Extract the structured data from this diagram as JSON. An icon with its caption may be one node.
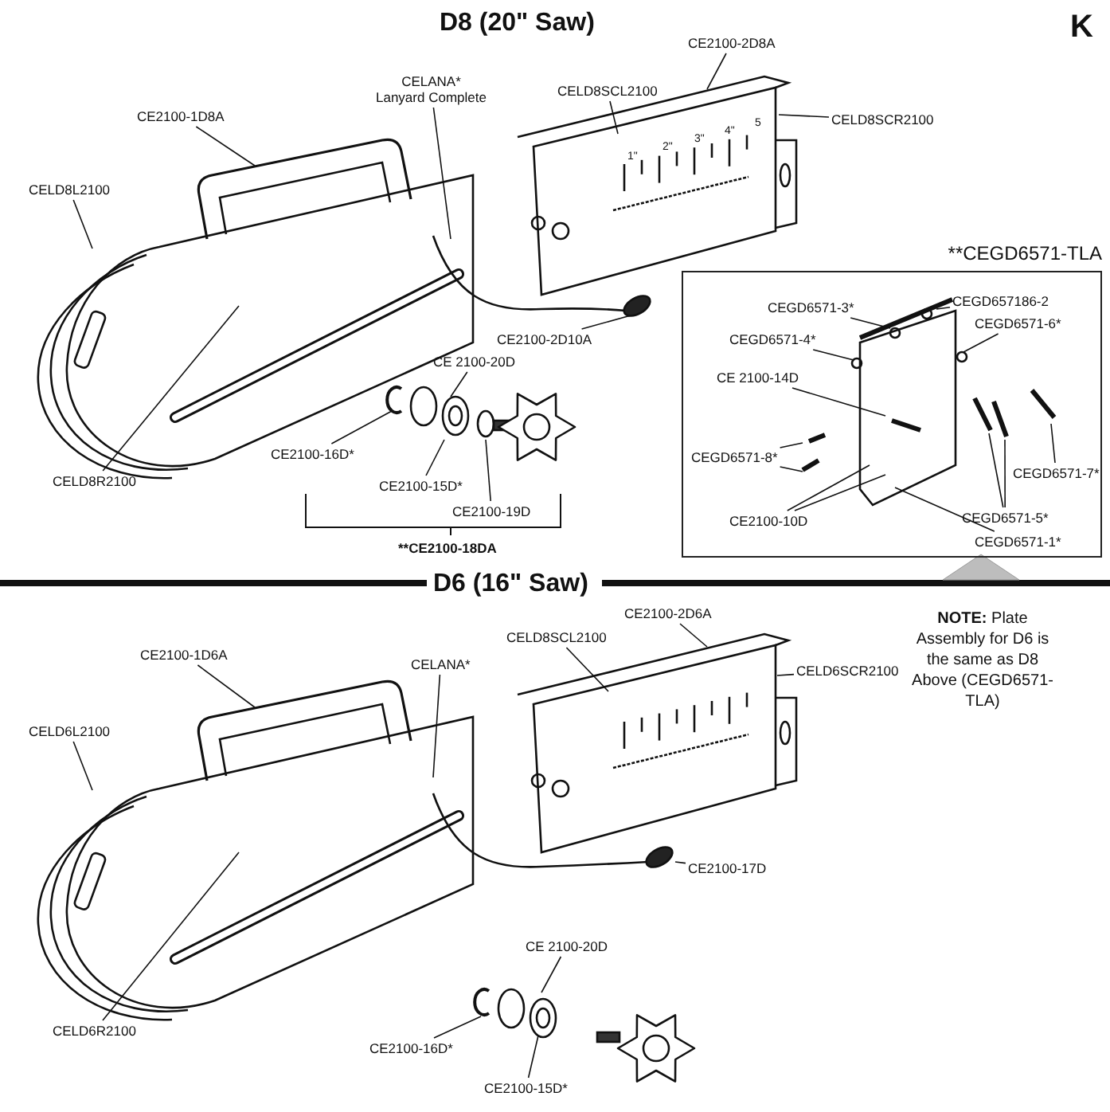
{
  "diagram": {
    "nodes": [
      {
        "text": [
          "CELANA*",
          "Lanyard Complete"
        ]
      },
      {
        "text": [
          "CE2100-1D8A"
        ]
      },
      {
        "text": [
          "CELD8SCL2100"
        ]
      },
      {
        "text": [
          "CE2100-2D8A"
        ]
      },
      {
        "text": [
          "CELD8SCR2100"
        ]
      },
      {
        "text": [
          "CELD8L2100"
        ]
      },
      {
        "text": [
          "CE2100-2D10A"
        ]
      },
      {
        "text": [
          "CE 2100-20D"
        ]
      },
      {
        "text": [
          "CE2100-16D*"
        ]
      },
      {
        "text": [
          "CE2100-15D*"
        ]
      },
      {
        "text": [
          "CE2100-19D"
        ]
      },
      {
        "text": [
          "CELD8R2100"
        ]
      },
      {
        "text": [
          "**CEGD6571-TLA"
        ]
      },
      {
        "text": [
          "CEGD657186-2"
        ],
        "in": 12
      },
      {
        "text": [
          "CEGD6571-3*"
        ],
        "in": 12
      },
      {
        "text": [
          "CEGD6571-4*"
        ],
        "in": 12
      },
      {
        "text": [
          "CEGD6571-6*"
        ],
        "in": 12
      },
      {
        "text": [
          "CE 2100-14D"
        ],
        "in": 12
      },
      {
        "text": [
          "CEGD6571-8*"
        ],
        "in": 12
      },
      {
        "text": [
          "CEGD6571-7*"
        ],
        "in": 12
      },
      {
        "text": [
          "CEGD6571-5*"
        ],
        "in": 12
      },
      {
        "text": [
          "CE2100-10D"
        ],
        "in": 12
      },
      {
        "text": [
          "CEGD6571-1*"
        ],
        "in": 12
      },
      {
        "text": [
          "CE2100-1D6A"
        ]
      },
      {
        "text": [
          "CELANA*"
        ]
      },
      {
        "text": [
          "CELD8SCL2100"
        ]
      },
      {
        "text": [
          "CE2100-2D6A"
        ]
      },
      {
        "text": [
          "CELD6SCR2100"
        ]
      },
      {
        "text": [
          "CELD6L2100"
        ]
      },
      {
        "text": [
          "CE2100-17D"
        ]
      },
      {
        "text": [
          "CELD6R2100"
        ]
      },
      {
        "text": [
          "CE 2100-20D"
        ]
      },
      {
        "text": [
          "CE2100-16D*"
        ]
      },
      {
        "text": [
          "CE2100-15D*"
        ]
      },
      {
        "text": [],
        "shape": "picture"
      },
      {
        "text": [],
        "shape": "picture"
      },
      {
        "text": [],
        "shape": "picture"
      },
      {
        "text": [],
        "shape": "picture",
        "in": 12
      },
      {
        "text": [],
        "shape": "picture"
      },
      {
        "text": [],
        "shape": "picture"
      },
      {
        "text": [],
        "shape": "picture"
      }
    ],
    "edges": [
      {
        "from": 0,
        "to": 35,
        "arrow": "none"
      },
      {
        "from": 1,
        "to": 34,
        "arrow": "none"
      },
      {
        "from": 2,
        "to": 35,
        "arrow": "none"
      },
      {
        "from": 3,
        "to": 35,
        "arrow": "none"
      },
      {
        "from": 4,
        "to": 35,
        "arrow": "none"
      },
      {
        "from": 5,
        "to": 34,
        "arrow": "none"
      },
      {
        "from": 6,
        "to": 35,
        "arrow": "none"
      },
      {
        "from": 7,
        "to": 36,
        "arrow": "none"
      },
      {
        "from": 8,
        "to": 36,
        "arrow": "none"
      },
      {
        "from": 9,
        "to": 36,
        "arrow": "none"
      },
      {
        "from": 10,
        "to": 36,
        "arrow": "none"
      },
      {
        "from": 11,
        "to": 34,
        "arrow": "none"
      },
      {
        "from": 13,
        "to": 37,
        "arrow": "none"
      },
      {
        "from": 14,
        "to": 37,
        "arrow": "none"
      },
      {
        "from": 15,
        "to": 37,
        "arrow": "none"
      },
      {
        "from": 16,
        "to": 37,
        "arrow": "none"
      },
      {
        "from": 17,
        "to": 37,
        "arrow": "none"
      },
      {
        "from": 18,
        "to": 37,
        "arrow": "none"
      },
      {
        "from": 18,
        "to": 37,
        "arrow": "none"
      },
      {
        "from": 19,
        "to": 37,
        "arrow": "none"
      },
      {
        "from": 20,
        "to": 37,
        "arrow": "none"
      },
      {
        "from": 20,
        "to": 37,
        "arrow": "none"
      },
      {
        "from": 21,
        "to": 37,
        "arrow": "none"
      },
      {
        "from": 21,
        "to": 37,
        "arrow": "none"
      },
      {
        "from": 22,
        "to": 37,
        "arrow": "none"
      },
      {
        "from": 23,
        "to": 38,
        "arrow": "none"
      },
      {
        "from": 24,
        "to": 39,
        "arrow": "none"
      },
      {
        "from": 25,
        "to": 39,
        "arrow": "none"
      },
      {
        "from": 26,
        "to": 39,
        "arrow": "none"
      },
      {
        "from": 27,
        "to": 39,
        "arrow": "none"
      },
      {
        "from": 28,
        "to": 38,
        "arrow": "none"
      },
      {
        "from": 29,
        "to": 39,
        "arrow": "none"
      },
      {
        "from": 30,
        "to": 38,
        "arrow": "none"
      },
      {
        "from": 31,
        "to": 40,
        "arrow": "none"
      },
      {
        "from": 32,
        "to": 40,
        "arrow": "none"
      },
      {
        "from": 33,
        "to": 40,
        "arrow": "none"
      }
    ],
    "labels": [
      "D8 (20\" Saw)",
      "K",
      "1\"",
      "2\"",
      "3\"",
      "4\"",
      "5",
      "**CE2100-18DA",
      "D6 (16\" Saw)",
      "**NOTE:** Plate Assembly for D6 is the same as D8 Above (CEGD6571-TLA)"
    ]
  }
}
